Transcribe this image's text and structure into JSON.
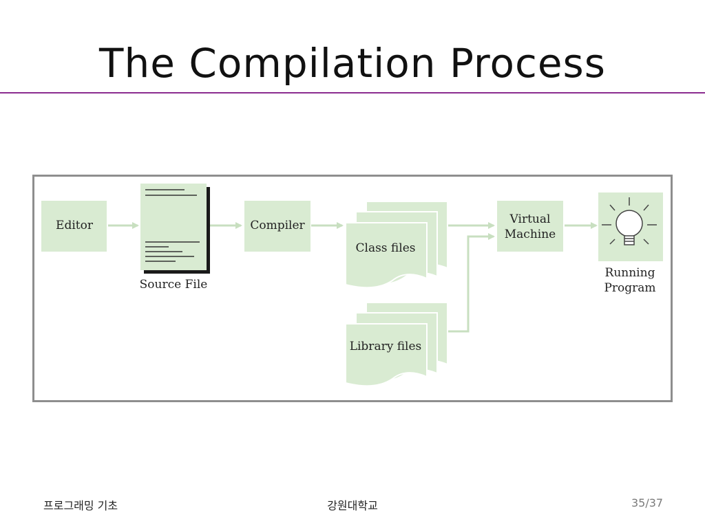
{
  "slide": {
    "title": "The Compilation Process",
    "accent_color": "#8a2b8f",
    "diagram": {
      "fill_color": "#d9ebd2",
      "arrow_color": "#c8dfc0",
      "nodes": {
        "editor": "Editor",
        "source_file": "Source File",
        "compiler": "Compiler",
        "class_files": "Class files",
        "library_files": "Library files",
        "virtual_machine": [
          "Virtual",
          "Machine"
        ],
        "running_program": [
          "Running",
          "Program"
        ]
      },
      "icons": {
        "source_document": "document-icon",
        "running": "lightbulb-icon"
      }
    },
    "footer": {
      "left": "프로그래밍 기초",
      "center": "강원대학교",
      "page": "35/37"
    }
  }
}
